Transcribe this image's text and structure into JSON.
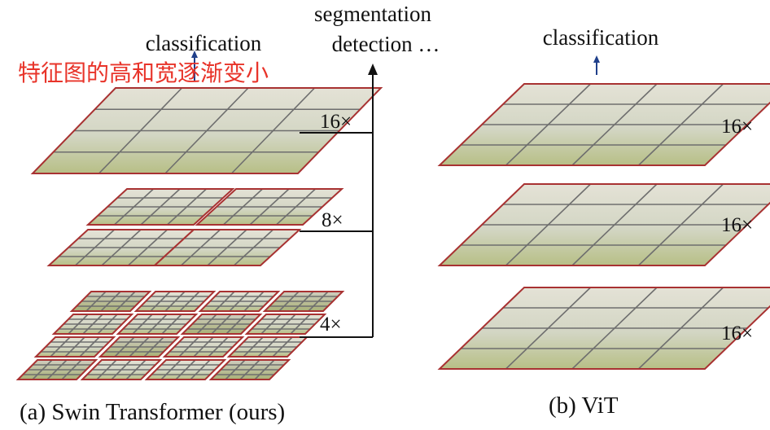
{
  "swin": {
    "caption": "(a) Swin Transformer (ours)",
    "top_label": "classification",
    "dense_label_line1": "segmentation",
    "dense_label_line2": "detection …",
    "stages": [
      {
        "multiplier": "16×"
      },
      {
        "multiplier": "8×"
      },
      {
        "multiplier": "4×"
      }
    ],
    "annotation_text": "特征图的高和宽逐渐变小"
  },
  "vit": {
    "caption": "(b) ViT",
    "top_label": "classification",
    "stages": [
      {
        "multiplier": "16×"
      },
      {
        "multiplier": "16×"
      },
      {
        "multiplier": "16×"
      }
    ]
  },
  "colors": {
    "patch_border": "#a83232",
    "patch_fill": "#d7d9c8",
    "patch_fill_bottom": "#b9c08c",
    "grid_line": "#6e6e6e",
    "arrow_blue": "#1f3f8a",
    "annotation_red": "#e8342a",
    "connector": "#111111"
  }
}
